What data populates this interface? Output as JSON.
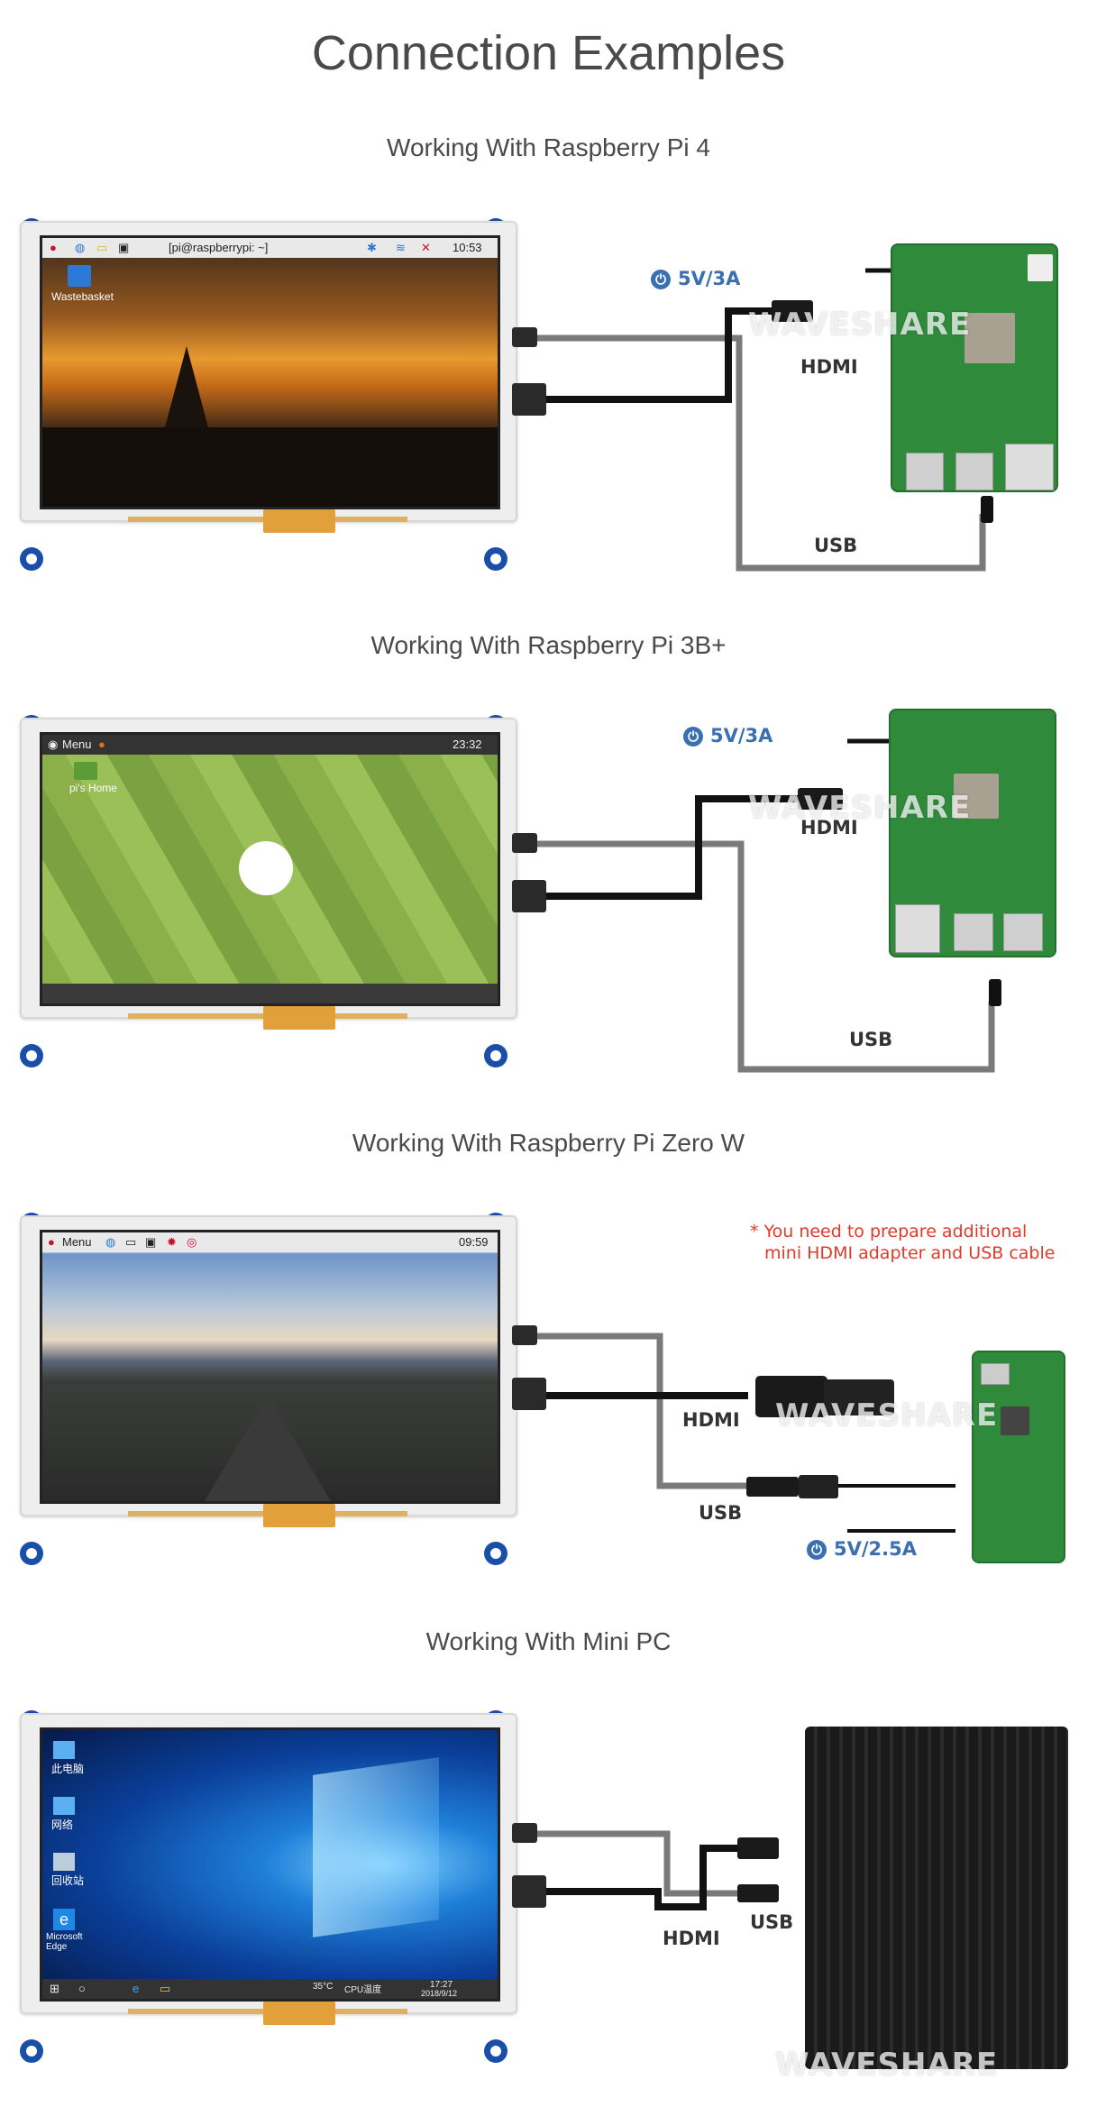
{
  "page": {
    "title": "Connection Examples"
  },
  "sections": [
    {
      "heading": "Working With Raspberry Pi 4",
      "power": "5V/3A",
      "hdmi": "HDMI",
      "usb": "USB",
      "watermark": "WAVESHARE",
      "screen": {
        "taskbar_text": "[pi@raspberrypi: ~]",
        "clock": "10:53",
        "icon_label": "Wastebasket"
      }
    },
    {
      "heading": "Working With Raspberry Pi 3B+",
      "power": "5V/3A",
      "hdmi": "HDMI",
      "usb": "USB",
      "watermark": "WAVESHARE",
      "screen": {
        "menu": "Menu",
        "clock": "23:32",
        "icon_label": "pi's Home"
      }
    },
    {
      "heading": "Working With Raspberry Pi Zero W",
      "power": "5V/2.5A",
      "hdmi": "HDMI",
      "usb": "USB",
      "watermark": "WAVESHARE",
      "note_line1": "* You need to prepare additional",
      "note_line2": "mini HDMI adapter and USB cable",
      "screen": {
        "menu": "Menu",
        "clock": "09:59"
      }
    },
    {
      "heading": "Working With Mini PC",
      "hdmi": "HDMI",
      "usb": "USB",
      "watermark": "WAVESHARE",
      "screen": {
        "icon1": "此电脑",
        "icon2": "网络",
        "icon3": "回收站",
        "icon4": "Microsoft Edge",
        "clock": "17:27",
        "date": "2018/9/12",
        "temp": "35°C",
        "cpu": "CPU温度"
      }
    }
  ]
}
